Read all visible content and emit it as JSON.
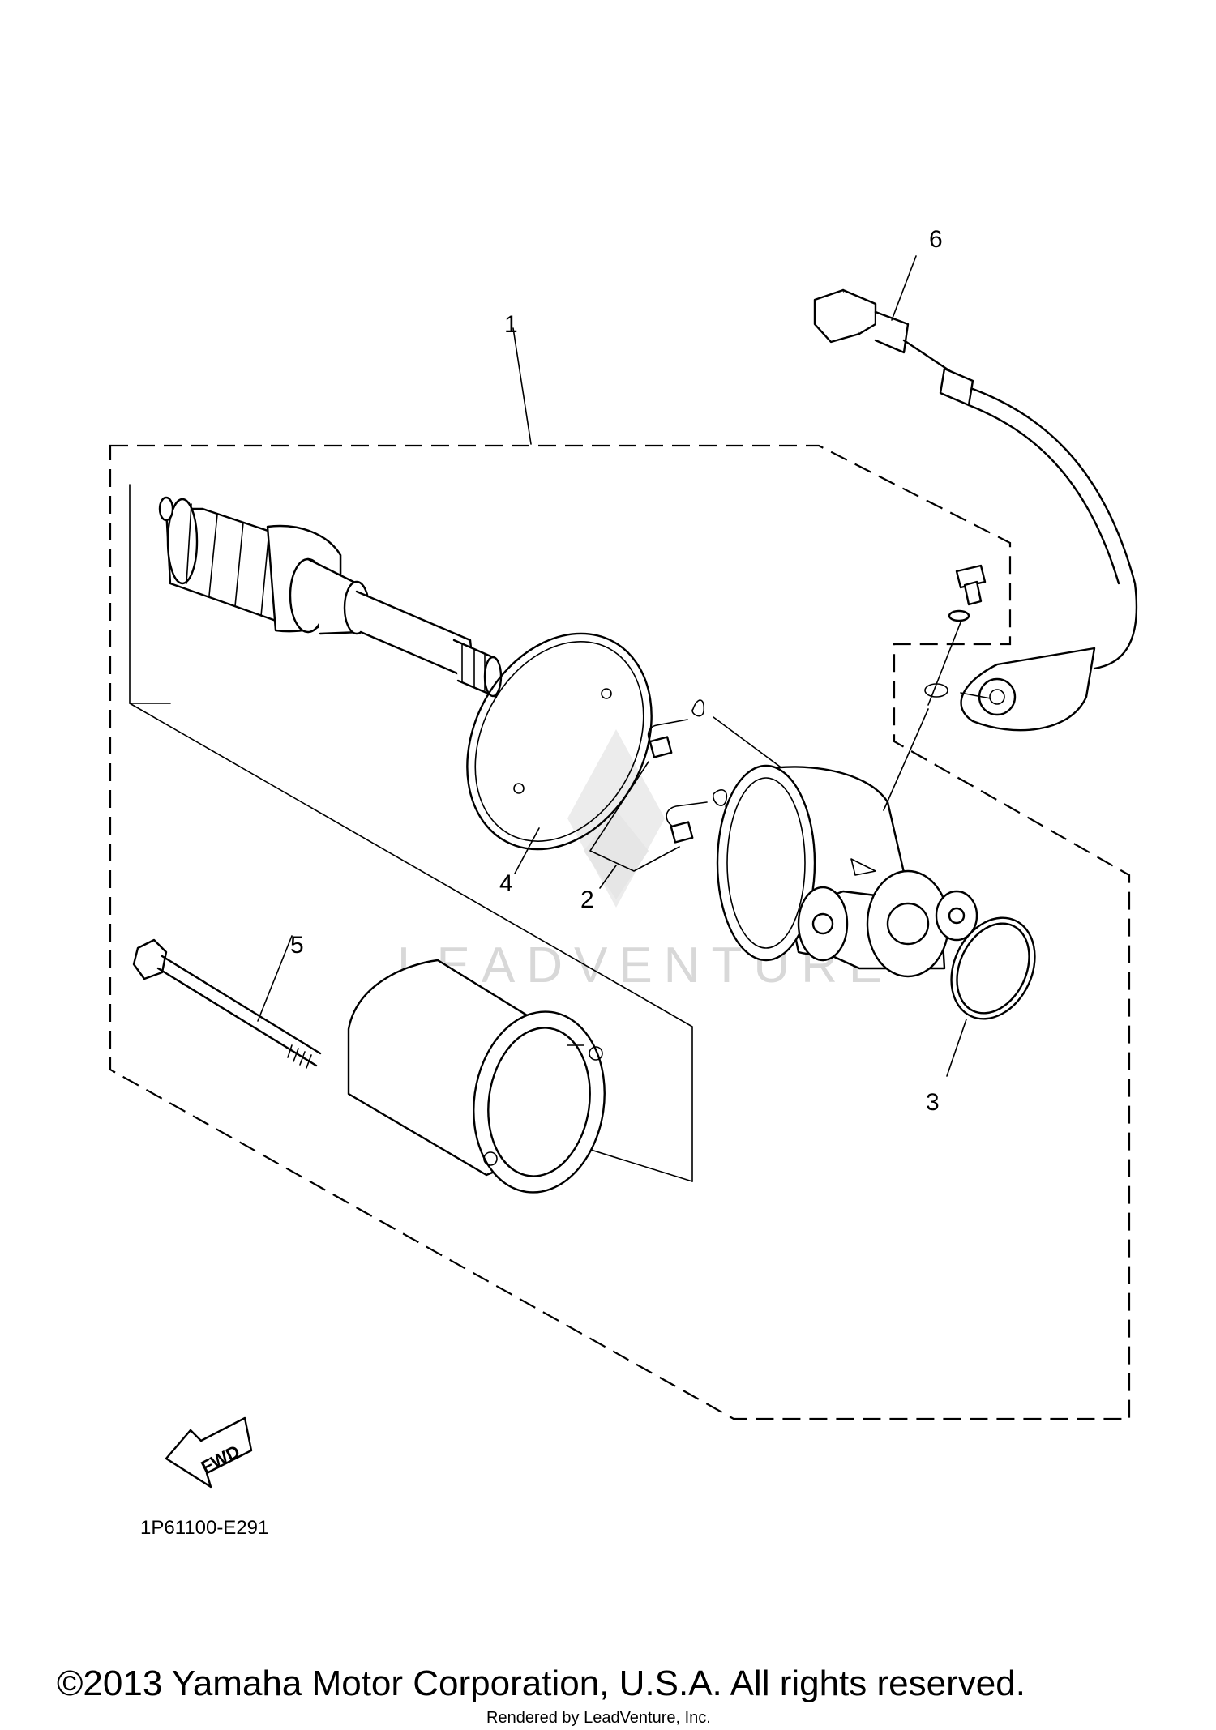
{
  "callouts": [
    "1",
    "2",
    "3",
    "4",
    "5",
    "6"
  ],
  "direction_label": "FWD",
  "diagram_code": "1P61100-E291",
  "watermark_text": "LEADVENTURE",
  "copyright": "©2013 Yamaha Motor Corporation, U.S.A. All rights reserved.",
  "rendered_by": "Rendered by LeadVenture, Inc."
}
